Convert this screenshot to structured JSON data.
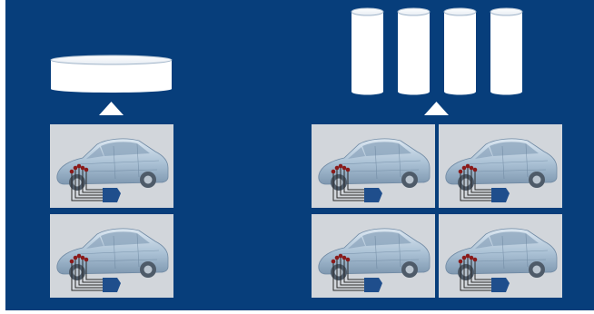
{
  "colors": {
    "background": "#073e7b",
    "storage": "#ffffff",
    "panel": "#d2d6db",
    "car_body": "#a9c0d4",
    "sensor_dot": "#8a1a1a",
    "connector": "#1f4e8c"
  },
  "left_group": {
    "storage_icon": "wide-disk-cylinder-icon",
    "arrow_icon": "triangle-up-icon",
    "vehicles": 2
  },
  "right_group": {
    "storage_icon": "tall-cylinder-icon",
    "cylinders": 4,
    "arrow_icon": "triangle-up-icon",
    "vehicles": 4
  },
  "vehicle_icon": "car-with-sensor-wiring-icon"
}
